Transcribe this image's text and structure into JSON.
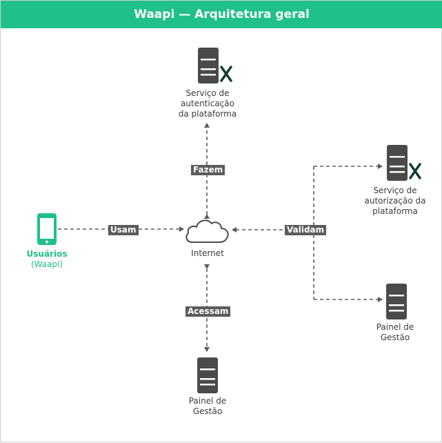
{
  "title": "Waapi — Arquitetura geral",
  "colors": {
    "accent": "#1fc08a",
    "server": "#4a4a4a",
    "edge": "#5b5b5b"
  },
  "nodes": {
    "auth_service": {
      "lines": [
        "Serviço de",
        "autenticação",
        "da plataforma"
      ],
      "icon": "server-x-icon"
    },
    "authorization_service": {
      "lines": [
        "Serviço de",
        "autorização da",
        "plataforma"
      ],
      "icon": "server-x-icon"
    },
    "users": {
      "lines": [
        "Usuários",
        "(Waapi)"
      ],
      "icon": "smartphone-icon"
    },
    "internet": {
      "lines": [
        "Internet"
      ],
      "icon": "cloud-icon"
    },
    "panel_right": {
      "lines": [
        "Painel de",
        "Gestão"
      ],
      "icon": "server-icon"
    },
    "panel_bottom": {
      "lines": [
        "Painel de",
        "Gestão"
      ],
      "icon": "server-icon"
    }
  },
  "edge_labels": {
    "fazem": "Fazem",
    "usam": "Usam",
    "validam": "Validam",
    "acessam": "Acessam"
  }
}
